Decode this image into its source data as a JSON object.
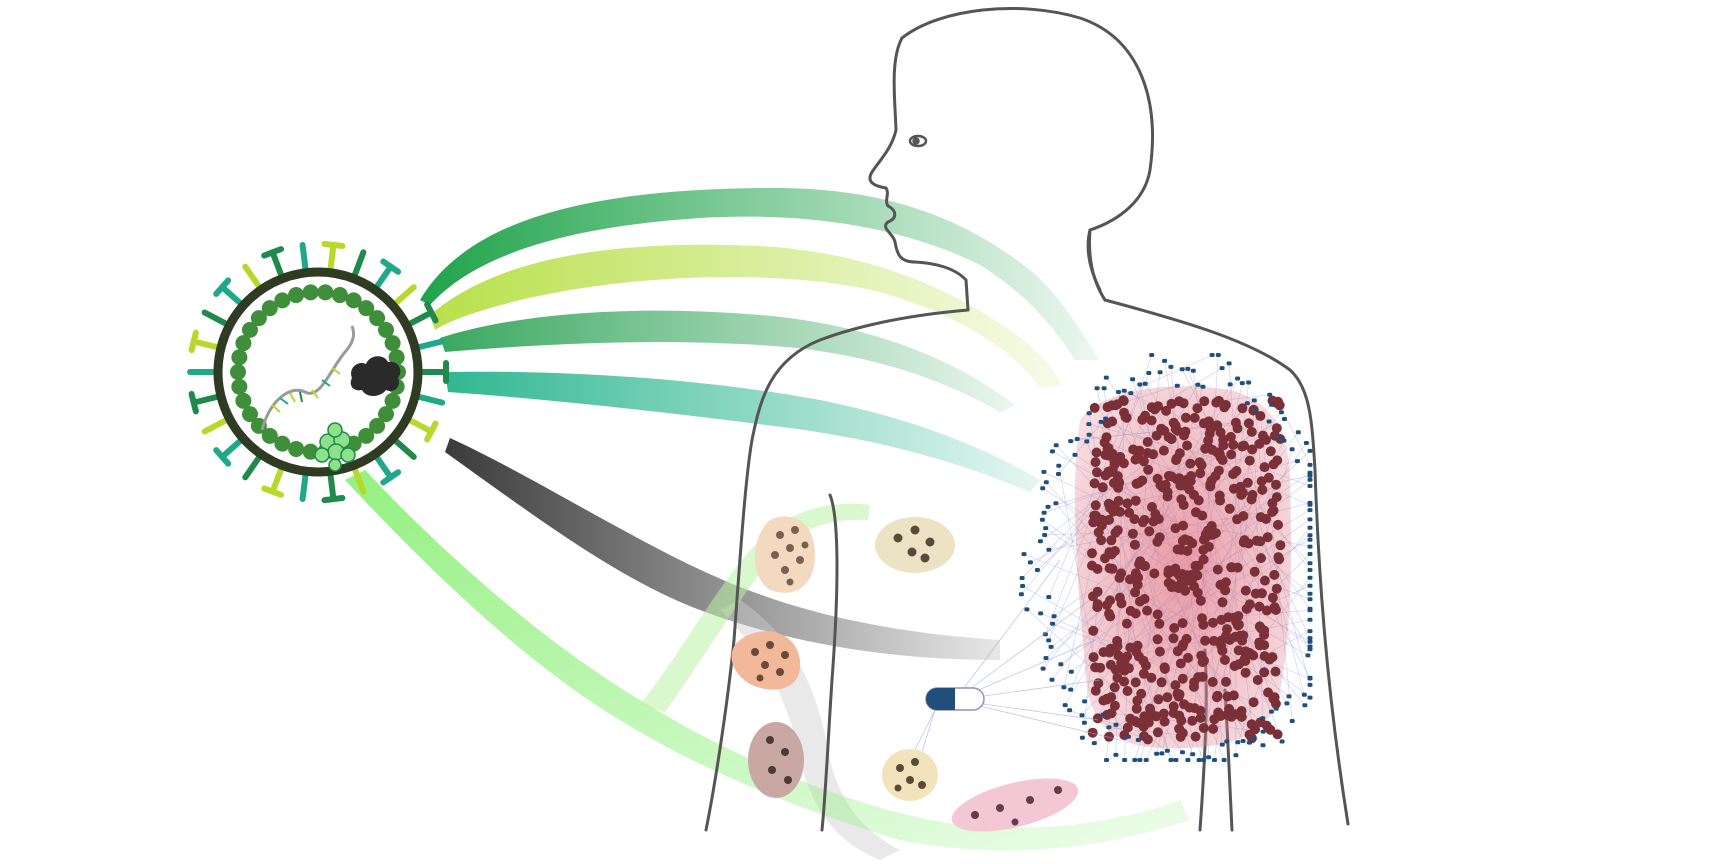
{
  "colors": {
    "background": "#ffffff",
    "outline": "#555555",
    "virus_envelope": "#2f3b22",
    "virus_inner": "#3f8f3a",
    "spike_dark": "#1f8a4c",
    "spike_teal": "#1fa88a",
    "spike_lime": "#b8d82c",
    "rna": "#9a9a9a",
    "dark_protein": "#2a2a2a",
    "light_protein": "#8fe08a",
    "cluster_blob": "#e07a88",
    "cluster_node": "#7a3036",
    "satellite_node": "#1f4f7a",
    "edge": "#9aa6e0",
    "drug_capsule": "#1f4f7a"
  },
  "flows": [
    {
      "name": "dark-green-flow",
      "color": "#1fa34a"
    },
    {
      "name": "lime-flow",
      "color": "#b8e04a"
    },
    {
      "name": "mid-green-flow",
      "color": "#3aa860"
    },
    {
      "name": "teal-flow",
      "color": "#2fb890"
    },
    {
      "name": "gray-flow",
      "color": "#3a3a3a"
    },
    {
      "name": "light-green-flow",
      "color": "#8ef07a"
    }
  ],
  "modules": [
    {
      "name": "module-peach",
      "color": "#f3d9bf"
    },
    {
      "name": "module-tan",
      "color": "#ece3c4"
    },
    {
      "name": "module-orange",
      "color": "#f2b89a"
    },
    {
      "name": "module-mauve",
      "color": "#c9a7a3"
    },
    {
      "name": "module-cream",
      "color": "#f1e4bd"
    },
    {
      "name": "module-pink",
      "color": "#f4c7d4"
    }
  ],
  "icons": [
    "virus-icon",
    "rna-strand-icon",
    "protein-cloud-icon",
    "protein-cluster-icon",
    "drug-capsule-icon"
  ]
}
